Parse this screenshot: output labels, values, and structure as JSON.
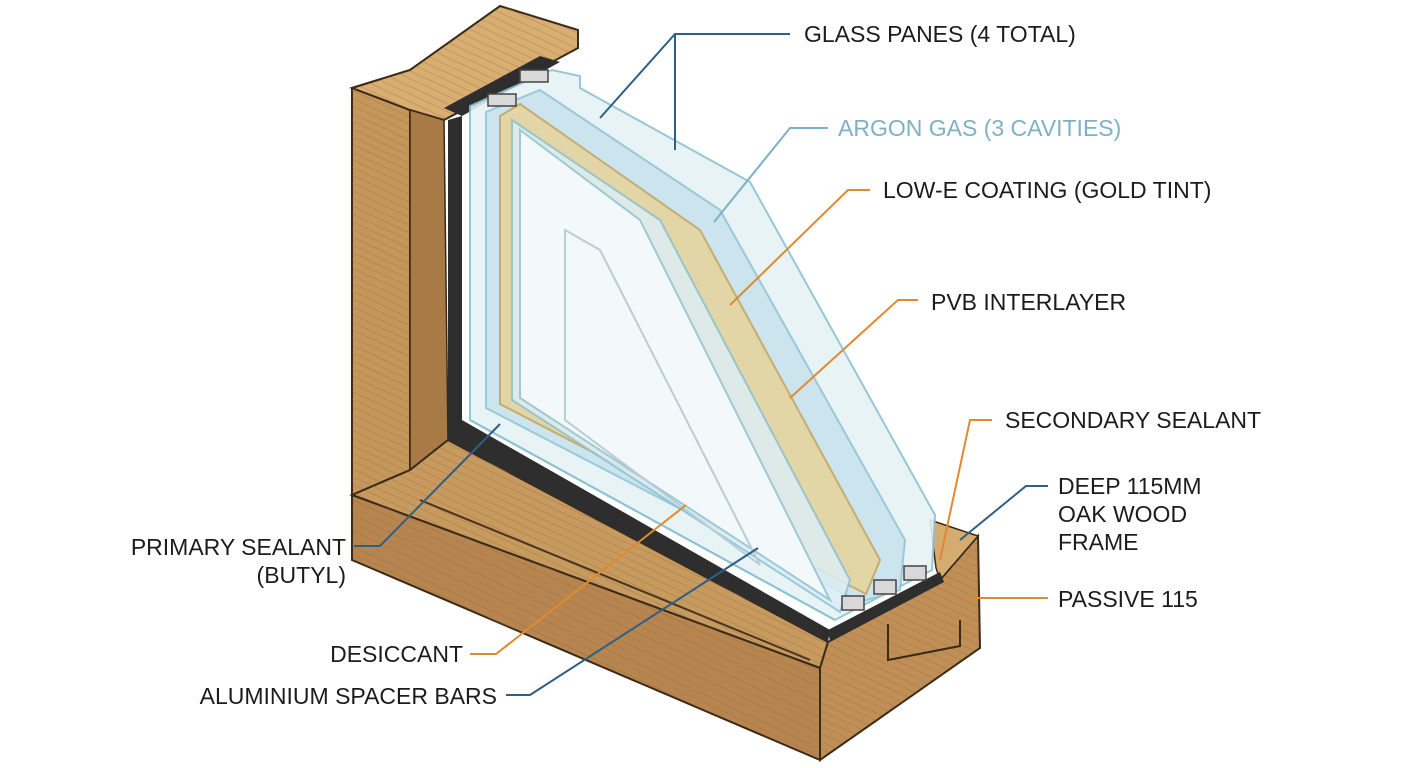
{
  "colors": {
    "wood": "#b98a52",
    "wood_dark": "#8f6434",
    "wood_light": "#d3a86d",
    "glass": "#c7e2ec",
    "glass_edge": "#8cc2d3",
    "gold_tint": "#e8d49a",
    "sealant": "#2e2e2e",
    "leader_blue": "#2f5e86",
    "leader_orange": "#e08a30",
    "argon_text": "#7fb0c6"
  },
  "labels": {
    "glass_panes": "GLASS PANES (4 TOTAL)",
    "argon_gas": "ARGON GAS (3 CAVITIES)",
    "low_e": "LOW-E COATING (GOLD TINT)",
    "pvb": "PVB INTERLAYER",
    "secondary_sealant": "SECONDARY SEALANT",
    "frame_line1": "DEEP 115MM",
    "frame_line2": "OAK WOOD",
    "frame_line3": "FRAME",
    "passive": "PASSIVE 115",
    "primary_line1": "PRIMARY SEALANT",
    "primary_line2": "(BUTYL)",
    "desiccant": "DESICCANT",
    "spacer": "ALUMINIUM SPACER BARS"
  }
}
